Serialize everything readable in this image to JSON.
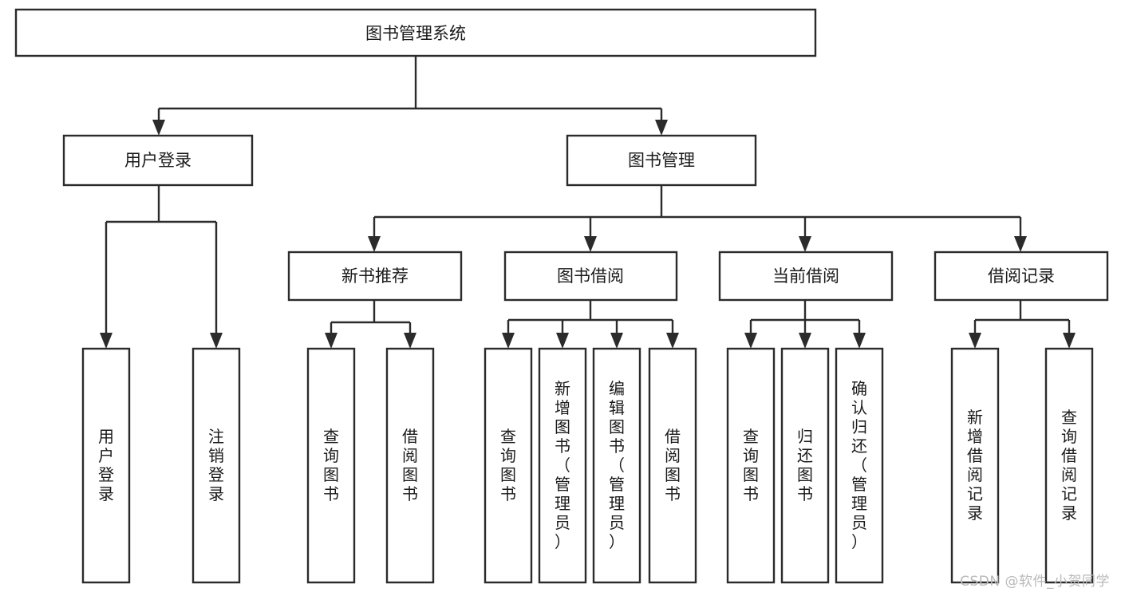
{
  "diagram": {
    "title": "图书管理系统",
    "type": "tree",
    "watermark": "CSDN @软件_小贺同学",
    "colors": {
      "stroke": "#2b2b2b",
      "fill": "#ffffff",
      "text": "#1a1a1a",
      "watermark": "#b9b9b9",
      "background": "#ffffff"
    },
    "levels": {
      "root": {
        "label": "图书管理系统"
      },
      "level2": [
        {
          "label": "用户登录"
        },
        {
          "label": "图书管理"
        }
      ],
      "level3": [
        {
          "label": "新书推荐"
        },
        {
          "label": "图书借阅"
        },
        {
          "label": "当前借阅"
        },
        {
          "label": "借阅记录"
        }
      ]
    },
    "nodes": {
      "root": "图书管理系统",
      "user_login": "用户登录",
      "book_manage": "图书管理",
      "new_book_rec": "新书推荐",
      "book_borrow": "图书借阅",
      "current_borrow": "当前借阅",
      "borrow_record": "借阅记录",
      "leaf_user_login": "用户登录",
      "leaf_logout": "注销登录",
      "leaf_query_book_1": "查询图书",
      "leaf_borrow_book_1": "借阅图书",
      "leaf_query_book_2": "查询图书",
      "leaf_add_book": "新增图书（管理员）",
      "leaf_edit_book": "编辑图书（管理员）",
      "leaf_borrow_book_2": "借阅图书",
      "leaf_query_book_3": "查询图书",
      "leaf_return_book": "归还图书",
      "leaf_confirm_return": "确认归还（管理员）",
      "leaf_add_record": "新增借阅记录",
      "leaf_query_record": "查询借阅记录"
    },
    "edges": [
      {
        "from": "图书管理系统",
        "to": "用户登录"
      },
      {
        "from": "图书管理系统",
        "to": "图书管理"
      },
      {
        "from": "用户登录",
        "to": "用户登录"
      },
      {
        "from": "用户登录",
        "to": "注销登录"
      },
      {
        "from": "图书管理",
        "to": "新书推荐"
      },
      {
        "from": "图书管理",
        "to": "图书借阅"
      },
      {
        "from": "图书管理",
        "to": "当前借阅"
      },
      {
        "from": "图书管理",
        "to": "借阅记录"
      },
      {
        "from": "新书推荐",
        "to": "查询图书"
      },
      {
        "from": "新书推荐",
        "to": "借阅图书"
      },
      {
        "from": "图书借阅",
        "to": "查询图书"
      },
      {
        "from": "图书借阅",
        "to": "新增图书（管理员）"
      },
      {
        "from": "图书借阅",
        "to": "编辑图书（管理员）"
      },
      {
        "from": "图书借阅",
        "to": "借阅图书"
      },
      {
        "from": "当前借阅",
        "to": "查询图书"
      },
      {
        "from": "当前借阅",
        "to": "归还图书"
      },
      {
        "from": "当前借阅",
        "to": "确认归还（管理员）"
      },
      {
        "from": "借阅记录",
        "to": "新增借阅记录"
      },
      {
        "from": "借阅记录",
        "to": "查询借阅记录"
      }
    ]
  }
}
